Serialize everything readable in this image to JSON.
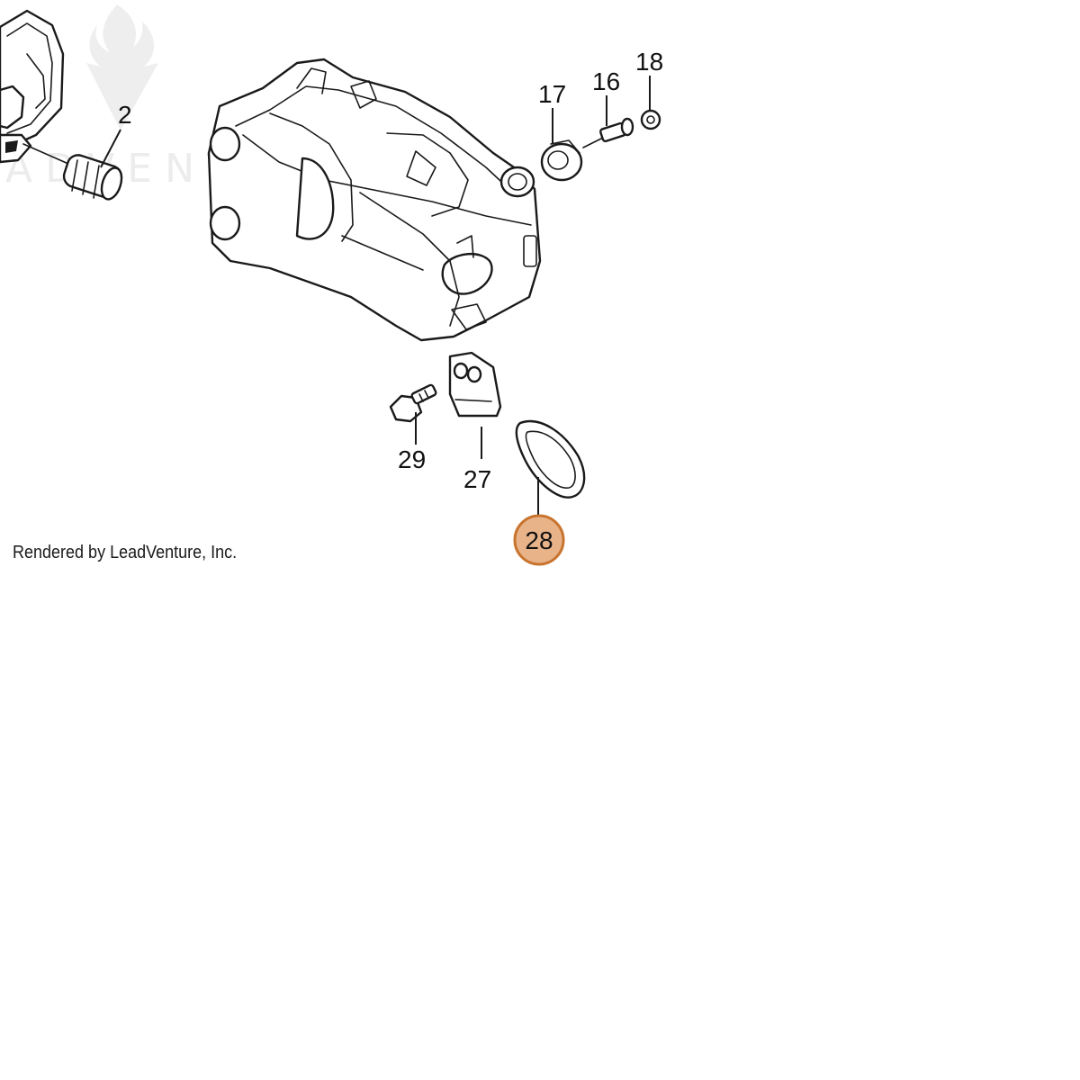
{
  "diagram": {
    "watermark": {
      "text": "ADVENTURE",
      "icon": "flame-v-logo-icon"
    },
    "callouts": {
      "c2": "2",
      "c16": "16",
      "c17": "17",
      "c18": "18",
      "c27": "27",
      "c28": "28",
      "c29": "29"
    },
    "highlight": {
      "part": "28",
      "fill": "#e9b38a",
      "stroke": "#c8742f"
    },
    "credit": "Rendered by LeadVenture, Inc."
  }
}
